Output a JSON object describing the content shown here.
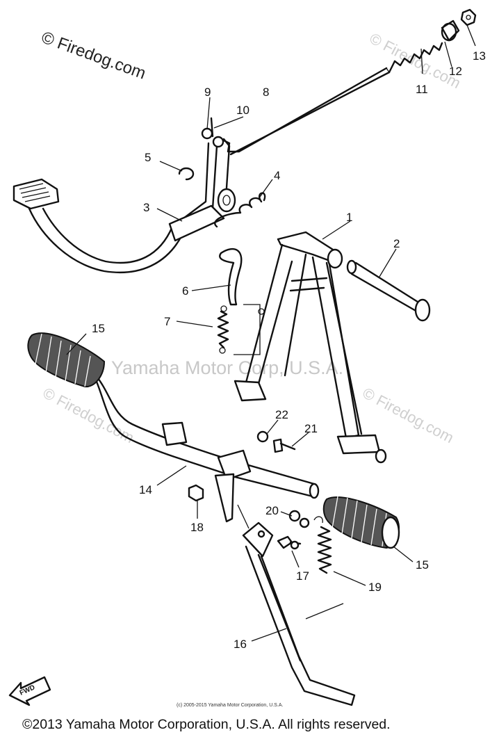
{
  "watermarks": {
    "firedog_top_left": "© Firedog.com",
    "firedog_top_right": "© Firedog.com",
    "firedog_mid_left": "© Firedog.com",
    "firedog_mid_right": "© Firedog.com",
    "center": "Yamaha Motor Corp, U.S.A."
  },
  "callouts": [
    "1",
    "2",
    "3",
    "4",
    "5",
    "6",
    "7",
    "8",
    "9",
    "10",
    "11",
    "12",
    "13",
    "14",
    "15",
    "15",
    "16",
    "17",
    "18",
    "19",
    "20",
    "21",
    "22"
  ],
  "fwd_label": "FWD",
  "footer": {
    "small_notice": "(c) 2005-2015 Yamaha Motor Corporation, U.S.A.",
    "copyright": "©2013 Yamaha Motor Corporation, U.S.A. All rights reserved."
  }
}
